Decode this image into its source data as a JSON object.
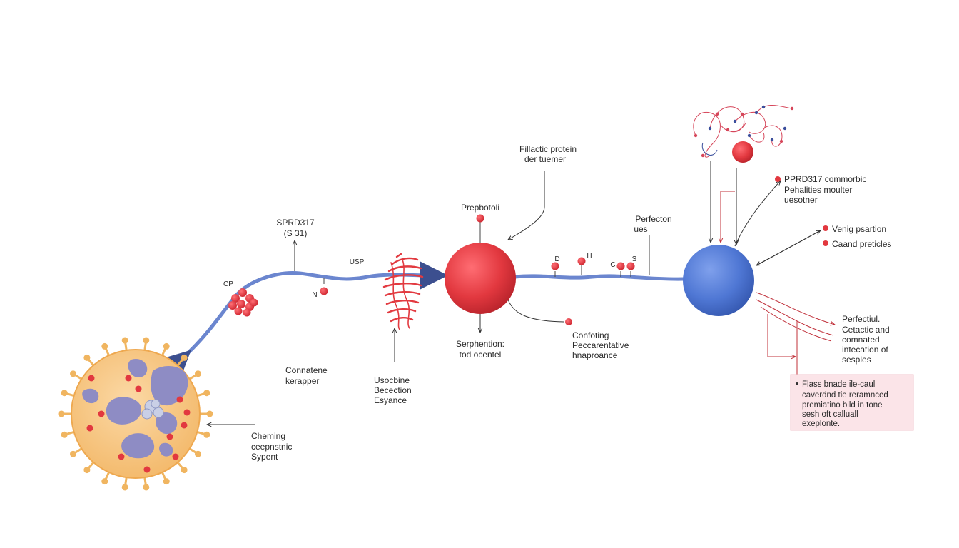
{
  "labels": {
    "sprd_top": "SPRD317",
    "sprd_sub": "(S 31)",
    "cp": "CP",
    "usp": "USP",
    "n": "N",
    "fillactic_1": "Fillactic protein",
    "fillactic_2": "der tuemer",
    "prepbotoli": "Prepbotoli",
    "d": "D",
    "h": "H",
    "c": "C",
    "s": "S",
    "perfecton_1": "Perfecton",
    "perfecton_2": "ues",
    "legend1_1": "PPRD317 commorbic",
    "legend1_2": "Pehalities moulter",
    "legend1_3": "uesotner",
    "legend2": "Venig psartion",
    "legend3": "Caand preticles",
    "connatene_1": "Connatene",
    "connatene_2": "kerapper",
    "usocbine_1": "Usocbine",
    "usocbine_2": "Becection",
    "usocbine_3": "Esyance",
    "serphention_1": "Serphention:",
    "serphention_2": "tod ocentel",
    "confoting_1": "Confoting",
    "confoting_2": "Peccarentative",
    "confoting_3": "hnaproance",
    "cheming_1": "Cheming",
    "cheming_2": "ceepnstnic",
    "cheming_3": "Sypent",
    "perfectiul_1": "Perfectiul.",
    "perfectiul_2": "Cetactic and",
    "perfectiul_3": "comnated",
    "perfectiul_4": "intecation of",
    "perfectiul_5": "sesples"
  },
  "note": {
    "line1": "Flass bnade ile-caul",
    "line2": "caverdnd tie reramnced",
    "line3": "premiatino bild in tone",
    "line4": "sesh oft calluall",
    "line5": "exeplonte."
  },
  "colors": {
    "strand": "#6b86cf",
    "red_sphere": "#e2383f",
    "blue_sphere": "#4f77d4",
    "cell_body": "#f5c27c",
    "cell_spike": "#f0b560",
    "nucleus": "#8e8cc4",
    "note_bg": "#fbe4e8",
    "accent_red": "#d6313a"
  }
}
